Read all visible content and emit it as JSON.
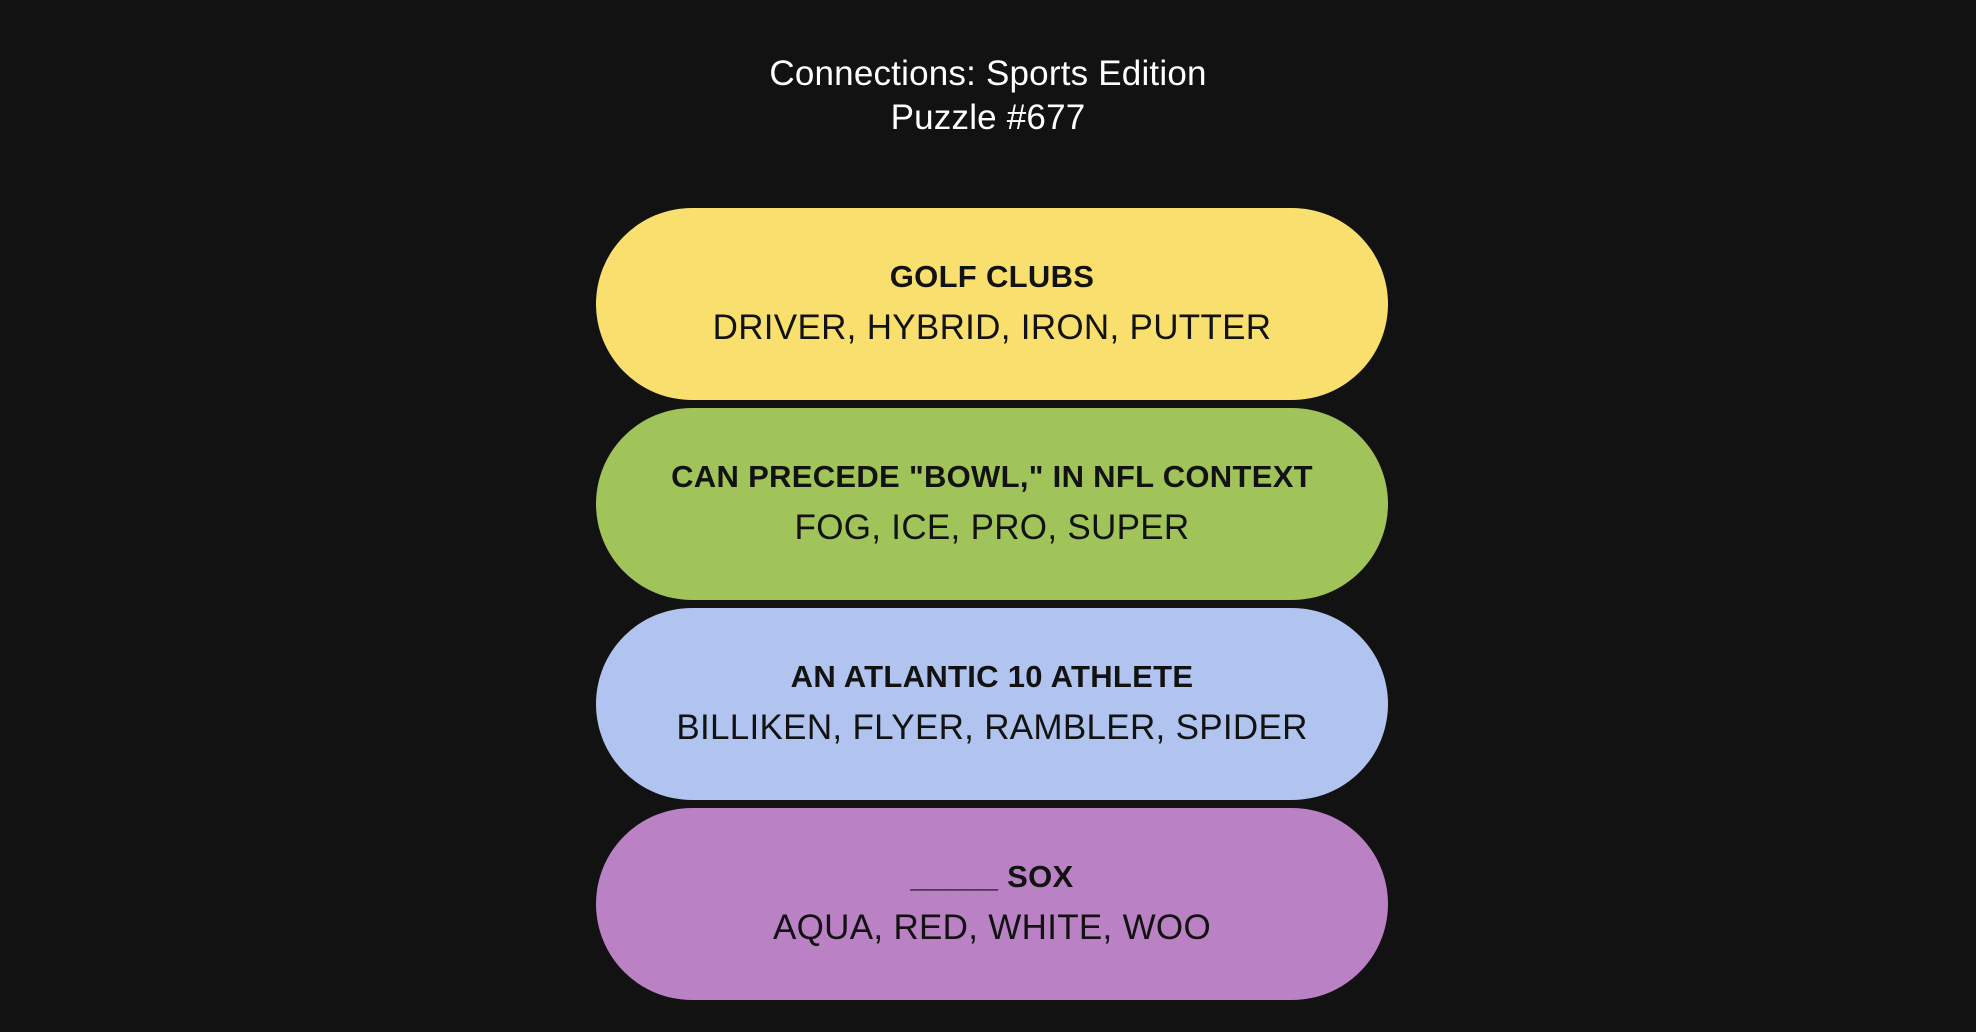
{
  "header": {
    "title": "Connections: Sports Edition",
    "puzzle": "Puzzle #677"
  },
  "groups": [
    {
      "title": "GOLF CLUBS",
      "members": "DRIVER, HYBRID, IRON, PUTTER",
      "color": "#F9DF6D"
    },
    {
      "title": "CAN PRECEDE \"BOWL,\" IN NFL CONTEXT",
      "members": "FOG, ICE, PRO, SUPER",
      "color": "#A0C35A"
    },
    {
      "title": "AN ATLANTIC 10 ATHLETE",
      "members": "BILLIKEN, FLYER, RAMBLER, SPIDER",
      "color": "#B0C4EF"
    },
    {
      "title": "_____ SOX",
      "members": "AQUA, RED, WHITE, WOO",
      "color": "#BA81C5"
    }
  ]
}
